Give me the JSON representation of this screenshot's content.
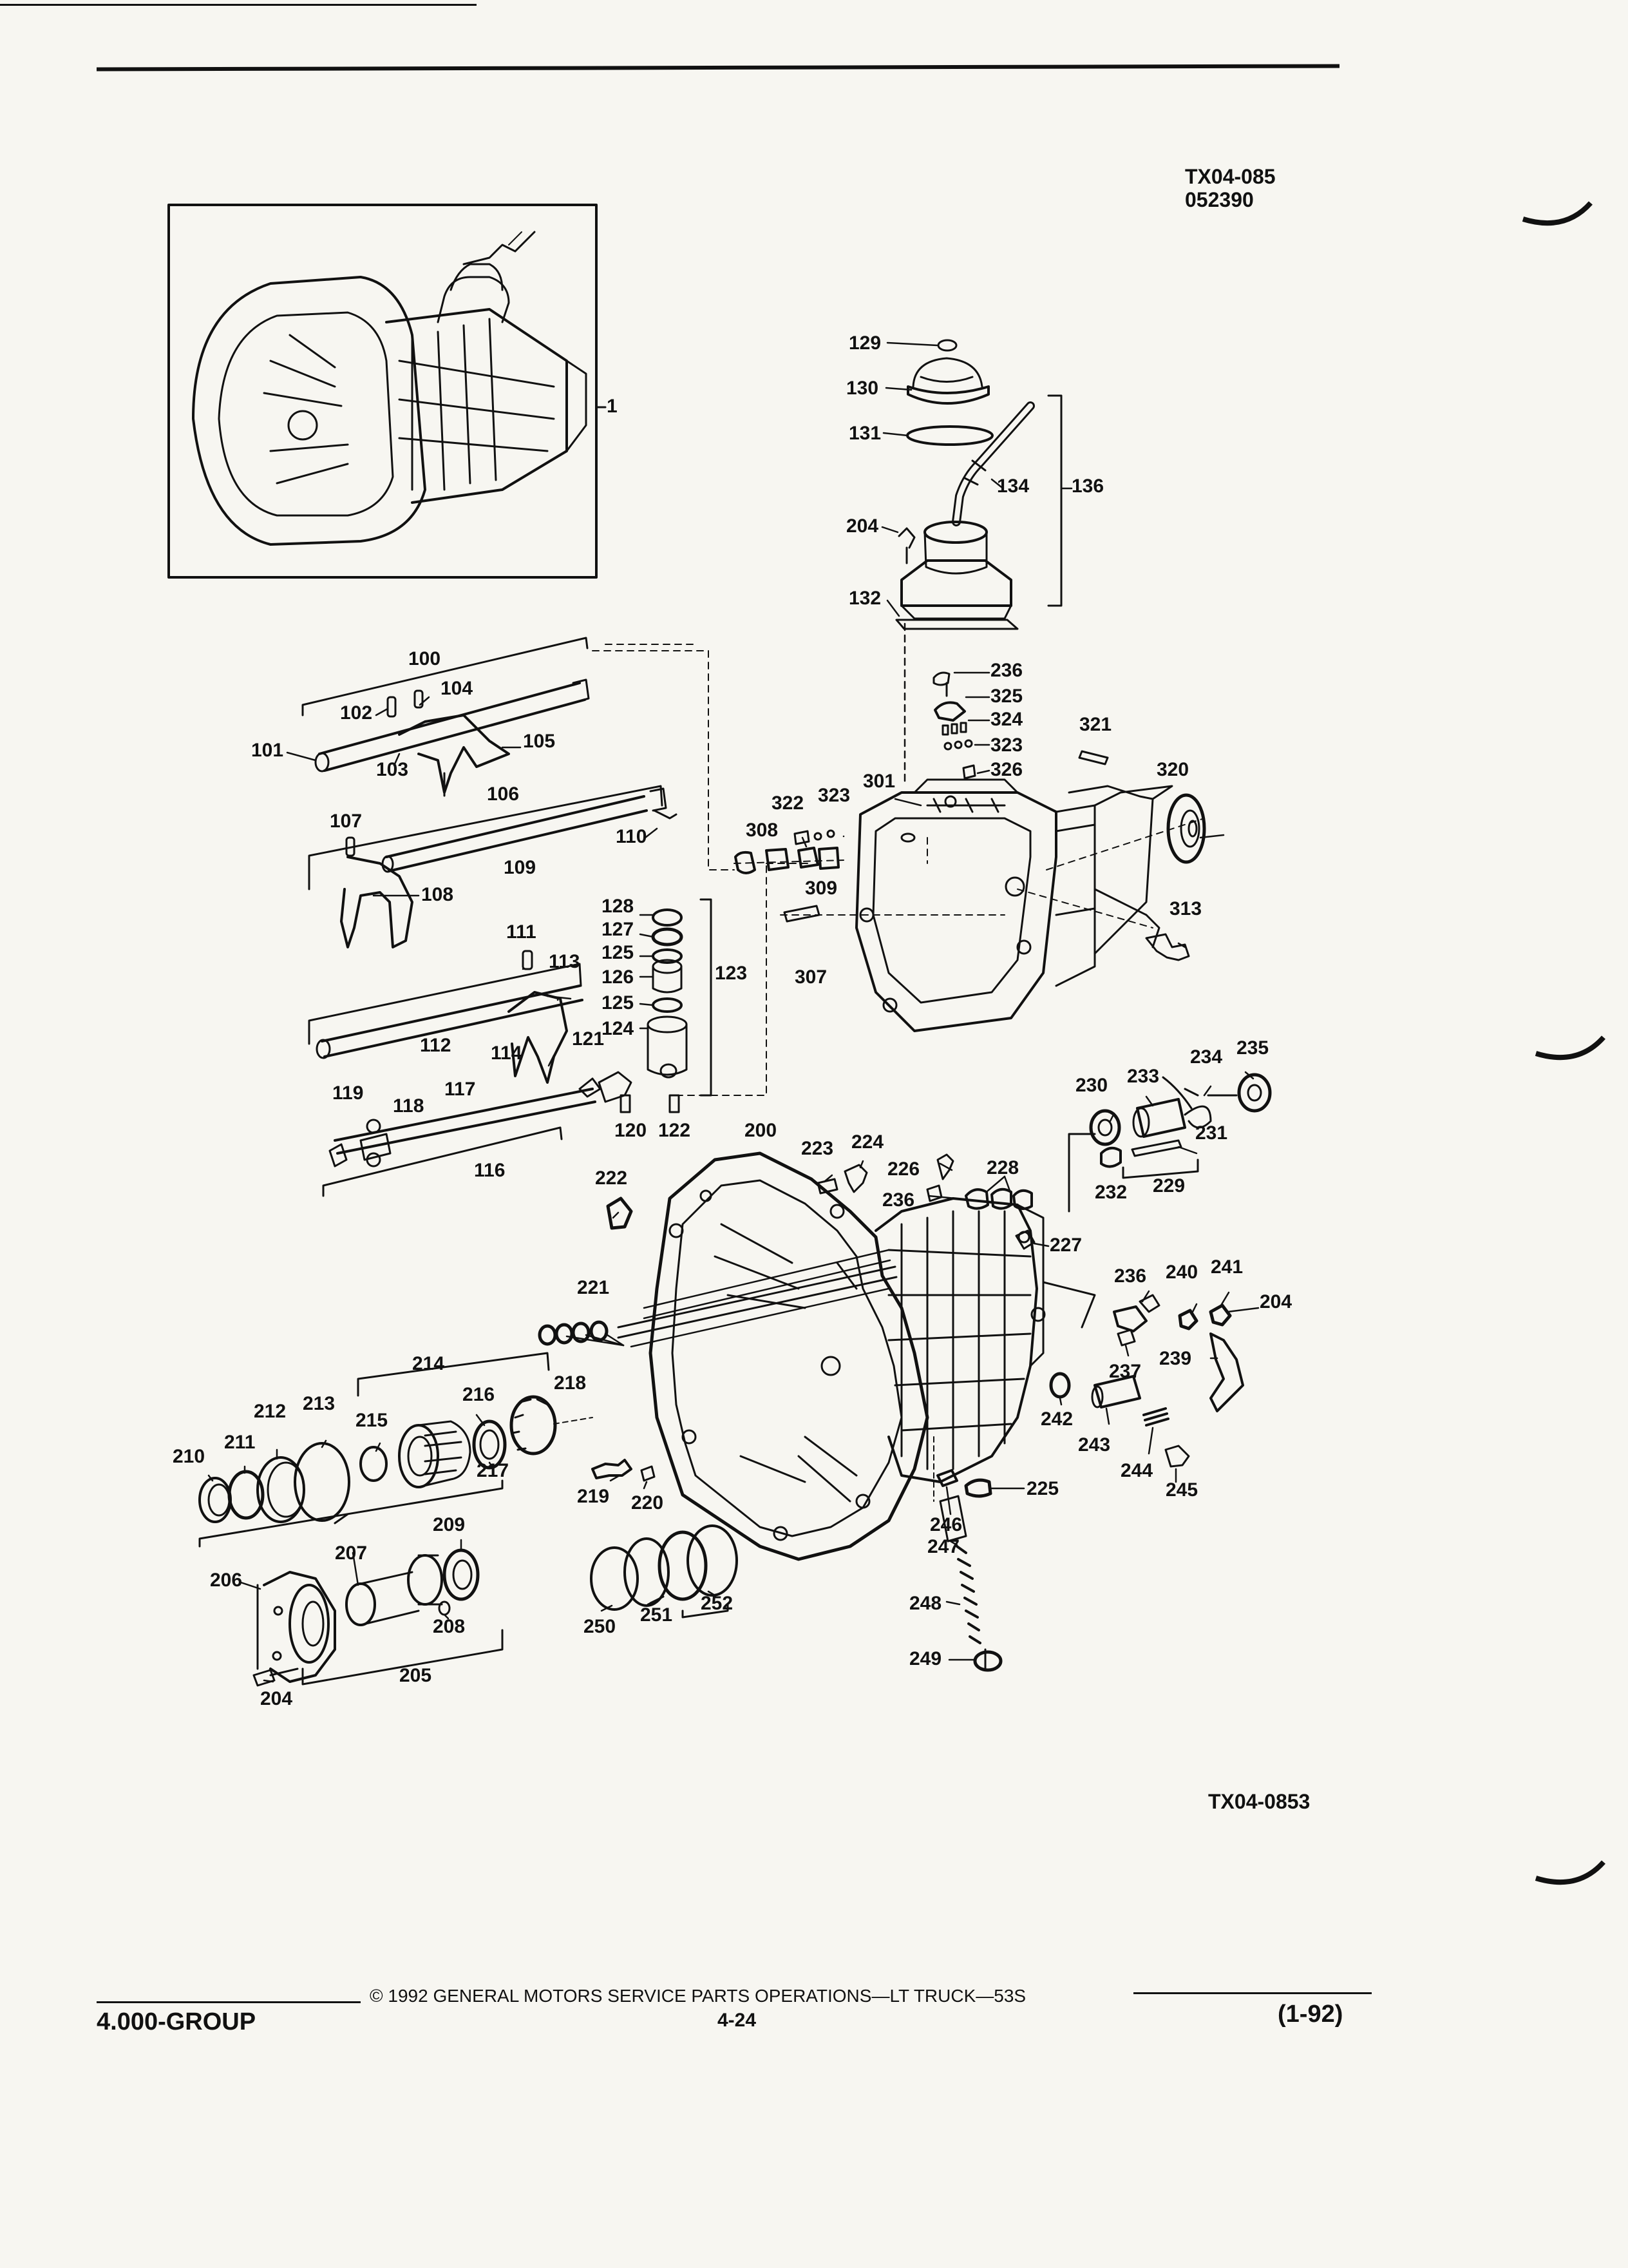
{
  "header": {
    "figure_code": "TX04-085",
    "date_code": "052390"
  },
  "figure_bottom_code": "TX04-0853",
  "footer": {
    "copyright": "© 1992 GENERAL MOTORS SERVICE PARTS OPERATIONS—LT TRUCK—53S",
    "group": "4.000-GROUP",
    "page_number": "4-24",
    "revision": "(1-92)"
  },
  "callouts": {
    "c1": "1",
    "c100": "100",
    "c101": "101",
    "c102": "102",
    "c103": "103",
    "c104": "104",
    "c105": "105",
    "c106": "106",
    "c107": "107",
    "c108": "108",
    "c109": "109",
    "c110": "110",
    "c111": "111",
    "c112": "112",
    "c113": "113",
    "c114": "114",
    "c116": "116",
    "c117": "117",
    "c118": "118",
    "c119": "119",
    "c120": "120",
    "c121": "121",
    "c122": "122",
    "c123": "123",
    "c124": "124",
    "c125a": "125",
    "c125b": "125",
    "c126": "126",
    "c127": "127",
    "c128": "128",
    "c129": "129",
    "c130": "130",
    "c131": "131",
    "c132": "132",
    "c134": "134",
    "c136": "136",
    "c200": "200",
    "c204a": "204",
    "c204b": "204",
    "c204c": "204",
    "c205": "205",
    "c206": "206",
    "c207": "207",
    "c208": "208",
    "c209": "209",
    "c210": "210",
    "c211": "211",
    "c212": "212",
    "c213": "213",
    "c214": "214",
    "c215": "215",
    "c216": "216",
    "c217": "217",
    "c218": "218",
    "c219": "219",
    "c220": "220",
    "c221": "221",
    "c222": "222",
    "c223": "223",
    "c224": "224",
    "c225": "225",
    "c226": "226",
    "c227": "227",
    "c228": "228",
    "c229": "229",
    "c230": "230",
    "c231": "231",
    "c232": "232",
    "c233": "233",
    "c234": "234",
    "c235": "235",
    "c236a": "236",
    "c236b": "236",
    "c236c": "236",
    "c237": "237",
    "c239": "239",
    "c240": "240",
    "c241": "241",
    "c242": "242",
    "c243": "243",
    "c244": "244",
    "c245": "245",
    "c246": "246",
    "c247": "247",
    "c248": "248",
    "c249": "249",
    "c250": "250",
    "c251": "251",
    "c252": "252",
    "c301": "301",
    "c307": "307",
    "c308": "308",
    "c309": "309",
    "c313": "313",
    "c320": "320",
    "c321": "321",
    "c322": "322",
    "c323a": "323",
    "c323b": "323",
    "c324": "324",
    "c325": "325",
    "c326": "326"
  },
  "colors": {
    "ink": "#111111",
    "paper": "#f7f6f1"
  }
}
